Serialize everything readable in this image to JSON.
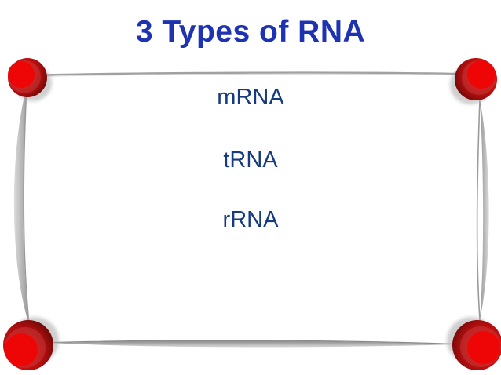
{
  "slide": {
    "title": "3 Types of RNA",
    "items": [
      {
        "label": "mRNA"
      },
      {
        "label": "tRNA"
      },
      {
        "label": "rRNA"
      }
    ]
  },
  "colors": {
    "background": "#ffffff",
    "title_text": "#1e33b2",
    "item_text": "#153a80",
    "pin_bright_red": "#ee0606",
    "pin_dark_red": "#4e0505",
    "frame_gray": "#9e9e9e",
    "shadow_gray": "#a8a8a8"
  },
  "icons": {
    "corner_pins": [
      "corner-pin-top-left",
      "corner-pin-top-right",
      "corner-pin-bottom-left",
      "corner-pin-bottom-right"
    ]
  }
}
